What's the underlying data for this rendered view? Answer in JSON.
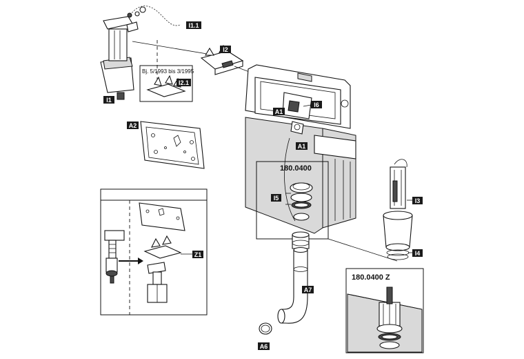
{
  "labels": {
    "i11": "I1.1",
    "i1": "I1",
    "i2": "I2",
    "i21": "I2.1",
    "i21_note": "Bj. 5/1993 bis 3/1995",
    "i6": "I6",
    "a1_top": "A1",
    "a1_bottom": "A1",
    "a2": "A2",
    "i5": "I5",
    "i3": "I3",
    "i4": "I4",
    "z1": "Z1",
    "a7": "A7",
    "a6": "A6"
  },
  "part_numbers": {
    "main": "180.0400",
    "detail": "180.0400 Z"
  },
  "colors": {
    "ink": "#111111",
    "label_fill": "#1a1a1a",
    "label_text": "#ffffff",
    "housing_shade": "#d9d9d9"
  }
}
